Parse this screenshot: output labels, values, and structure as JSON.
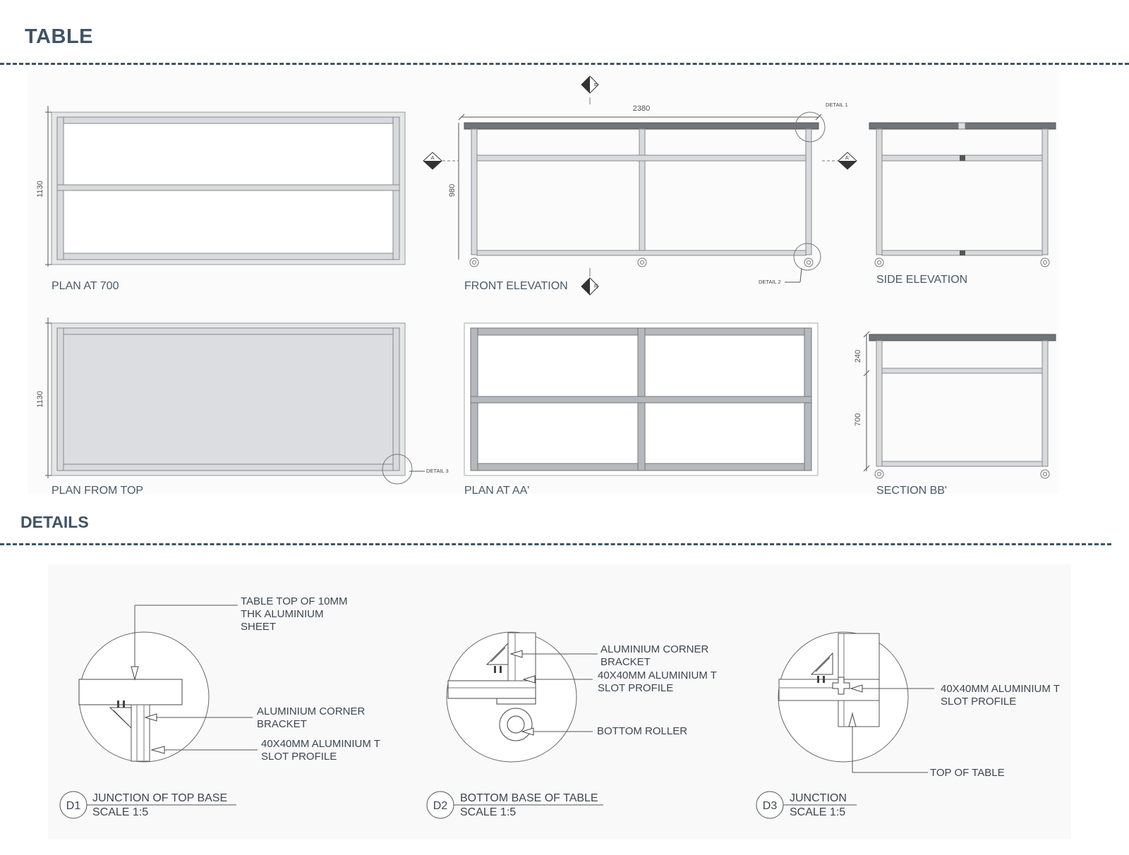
{
  "header": {
    "title": "TABLE",
    "details_title": "DETAILS"
  },
  "drawings": {
    "plan_700": "PLAN AT 700",
    "front_elevation": "FRONT ELEVATION",
    "side_elevation": "SIDE ELEVATION",
    "plan_top": "PLAN FROM TOP",
    "plan_aa": "PLAN AT AA'",
    "section_bb": "SECTION BB'"
  },
  "dimensions": {
    "plan_700_depth": "1130",
    "plan_top_depth": "1130",
    "front_length": "2380",
    "front_height": "980",
    "section_upper": "240",
    "section_lower": "700"
  },
  "markers": {
    "section_a": "A",
    "section_a_prime": "A'",
    "section_b": "B",
    "section_b_prime": "B'",
    "detail_1": "DETAIL 1",
    "detail_2": "DETAIL 2",
    "detail_3": "DETAIL 3"
  },
  "details": {
    "d1": {
      "tag": "D1",
      "title": "JUNCTION OF TOP BASE",
      "scale": "SCALE 1:5",
      "notes": [
        [
          "TABLE TOP OF 10MM",
          "THK ALUMINIUM",
          "SHEET"
        ],
        [
          "ALUMINIUM CORNER",
          "BRACKET"
        ],
        [
          "40X40MM ALUMINIUM T",
          "SLOT PROFILE"
        ]
      ]
    },
    "d2": {
      "tag": "D2",
      "title": "BOTTOM BASE OF TABLE",
      "scale": "SCALE 1:5",
      "notes": [
        [
          "ALUMINIUM CORNER",
          "BRACKET"
        ],
        [
          "40X40MM ALUMINIUM T",
          "SLOT PROFILE"
        ],
        [
          "BOTTOM ROLLER"
        ]
      ]
    },
    "d3": {
      "tag": "D3",
      "title": "JUNCTION",
      "scale": "SCALE 1:5",
      "notes": [
        [
          "40X40MM ALUMINIUM T",
          "SLOT PROFILE"
        ],
        [
          "TOP OF TABLE"
        ]
      ]
    }
  }
}
